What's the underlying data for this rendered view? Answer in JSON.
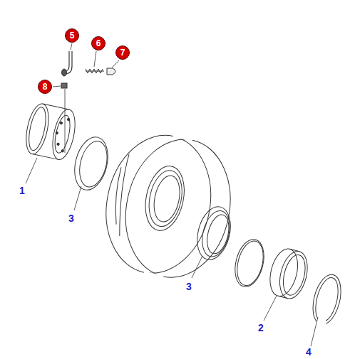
{
  "diagram": {
    "nodes": [
      {
        "text": [
          "5"
        ]
      },
      {
        "text": [
          "6"
        ]
      },
      {
        "text": [
          "7"
        ]
      },
      {
        "text": [
          "8"
        ]
      }
    ],
    "labels": [
      "1",
      "3",
      "3",
      "2",
      "4"
    ]
  }
}
